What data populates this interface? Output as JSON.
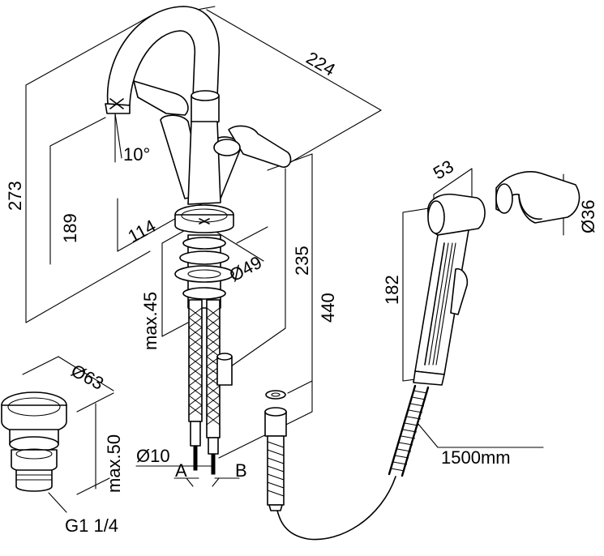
{
  "diagram": {
    "colors": {
      "stroke": "#000000",
      "background": "#ffffff"
    },
    "dimensions": {
      "spout_reach": "224",
      "total_height": "273",
      "spout_height": "189",
      "spout_angle": "10°",
      "centre_distance": "114",
      "base_diameter": "Ø49",
      "deck_thickness": "max.45",
      "body_length": "235",
      "hose_length": "440",
      "hand_shower_width": "53",
      "hand_shower_length": "182",
      "holder_diameter": "Ø36",
      "shower_hose_length": "1500mm",
      "waste_diameter": "Ø63",
      "waste_thickness": "max.50",
      "waste_thread": "G1 1/4",
      "connection_diameter": "Ø10",
      "connection_a": "A",
      "connection_b": "B"
    }
  }
}
